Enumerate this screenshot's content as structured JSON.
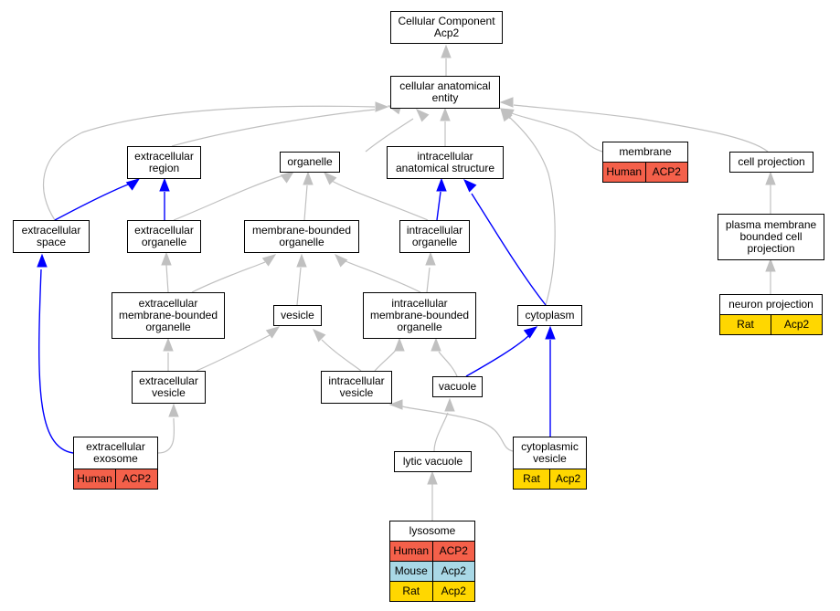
{
  "colors": {
    "human": "#f4604a",
    "mouse": "#a9d8e6",
    "rat": "#ffd700",
    "is_a_edge": "#c0c0c0",
    "part_of_edge": "#0000ff"
  },
  "nodes": {
    "root": [
      "Cellular Component",
      "Acp2"
    ],
    "cae": [
      "cellular anatomical",
      "entity"
    ],
    "ext_region": [
      "extracellular",
      "region"
    ],
    "organelle": [
      "organelle"
    ],
    "ias": [
      "intracellular",
      "anatomical structure"
    ],
    "membrane": [
      "membrane"
    ],
    "cell_proj": [
      "cell projection"
    ],
    "ext_space": [
      "extracellular",
      "space"
    ],
    "ext_org": [
      "extracellular",
      "organelle"
    ],
    "mbo": [
      "membrane-bounded",
      "organelle"
    ],
    "intra_org": [
      "intracellular",
      "organelle"
    ],
    "pmbcp": [
      "plasma membrane",
      "bounded cell",
      "projection"
    ],
    "ext_mbo": [
      "extracellular",
      "membrane-bounded",
      "organelle"
    ],
    "vesicle": [
      "vesicle"
    ],
    "intra_mbo": [
      "intracellular",
      "membrane-bounded",
      "organelle"
    ],
    "cytoplasm": [
      "cytoplasm"
    ],
    "neuron_proj": [
      "neuron projection"
    ],
    "ext_vesicle": [
      "extracellular",
      "vesicle"
    ],
    "intra_vesicle": [
      "intracellular",
      "vesicle"
    ],
    "vacuole": [
      "vacuole"
    ],
    "ext_exosome": [
      "extracellular",
      "exosome"
    ],
    "cyto_vesicle": [
      "cytoplasmic",
      "vesicle"
    ],
    "lytic_vacuole": [
      "lytic vacuole"
    ],
    "lysosome": [
      "lysosome"
    ]
  },
  "annotations": {
    "membrane": [
      [
        "Human",
        "ACP2"
      ]
    ],
    "neuron_proj": [
      [
        "Rat",
        "Acp2"
      ]
    ],
    "ext_exosome": [
      [
        "Human",
        "ACP2"
      ]
    ],
    "cyto_vesicle": [
      [
        "Rat",
        "Acp2"
      ]
    ],
    "lysosome": [
      [
        "Human",
        "ACP2"
      ],
      [
        "Mouse",
        "Acp2"
      ],
      [
        "Rat",
        "Acp2"
      ]
    ]
  }
}
